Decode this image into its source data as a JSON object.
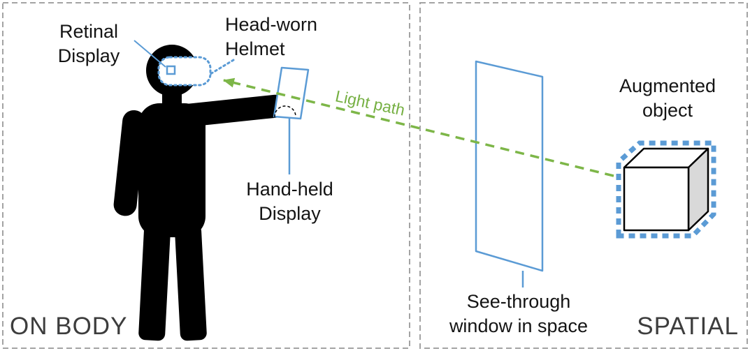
{
  "panels": {
    "on_body": "ON BODY",
    "spatial": "SPATIAL"
  },
  "labels": {
    "retinal_display": {
      "line1": "Retinal",
      "line2": "Display"
    },
    "head_worn_helmet": {
      "line1": "Head-worn",
      "line2": "Helmet"
    },
    "hand_held_display": {
      "line1": "Hand-held",
      "line2": "Display"
    },
    "light_path": "Light path",
    "see_through_window": {
      "line1": "See-through",
      "line2": "window in space"
    },
    "augmented_object": {
      "line1": "Augmented",
      "line2": "object"
    }
  },
  "colors": {
    "accent_blue": "#5B9BD5",
    "light_path_green": "#7DB648",
    "silhouette_black": "#000000",
    "panel_border_gray": "#A3A3A3",
    "cube_side_gray": "#D9D9D9"
  }
}
